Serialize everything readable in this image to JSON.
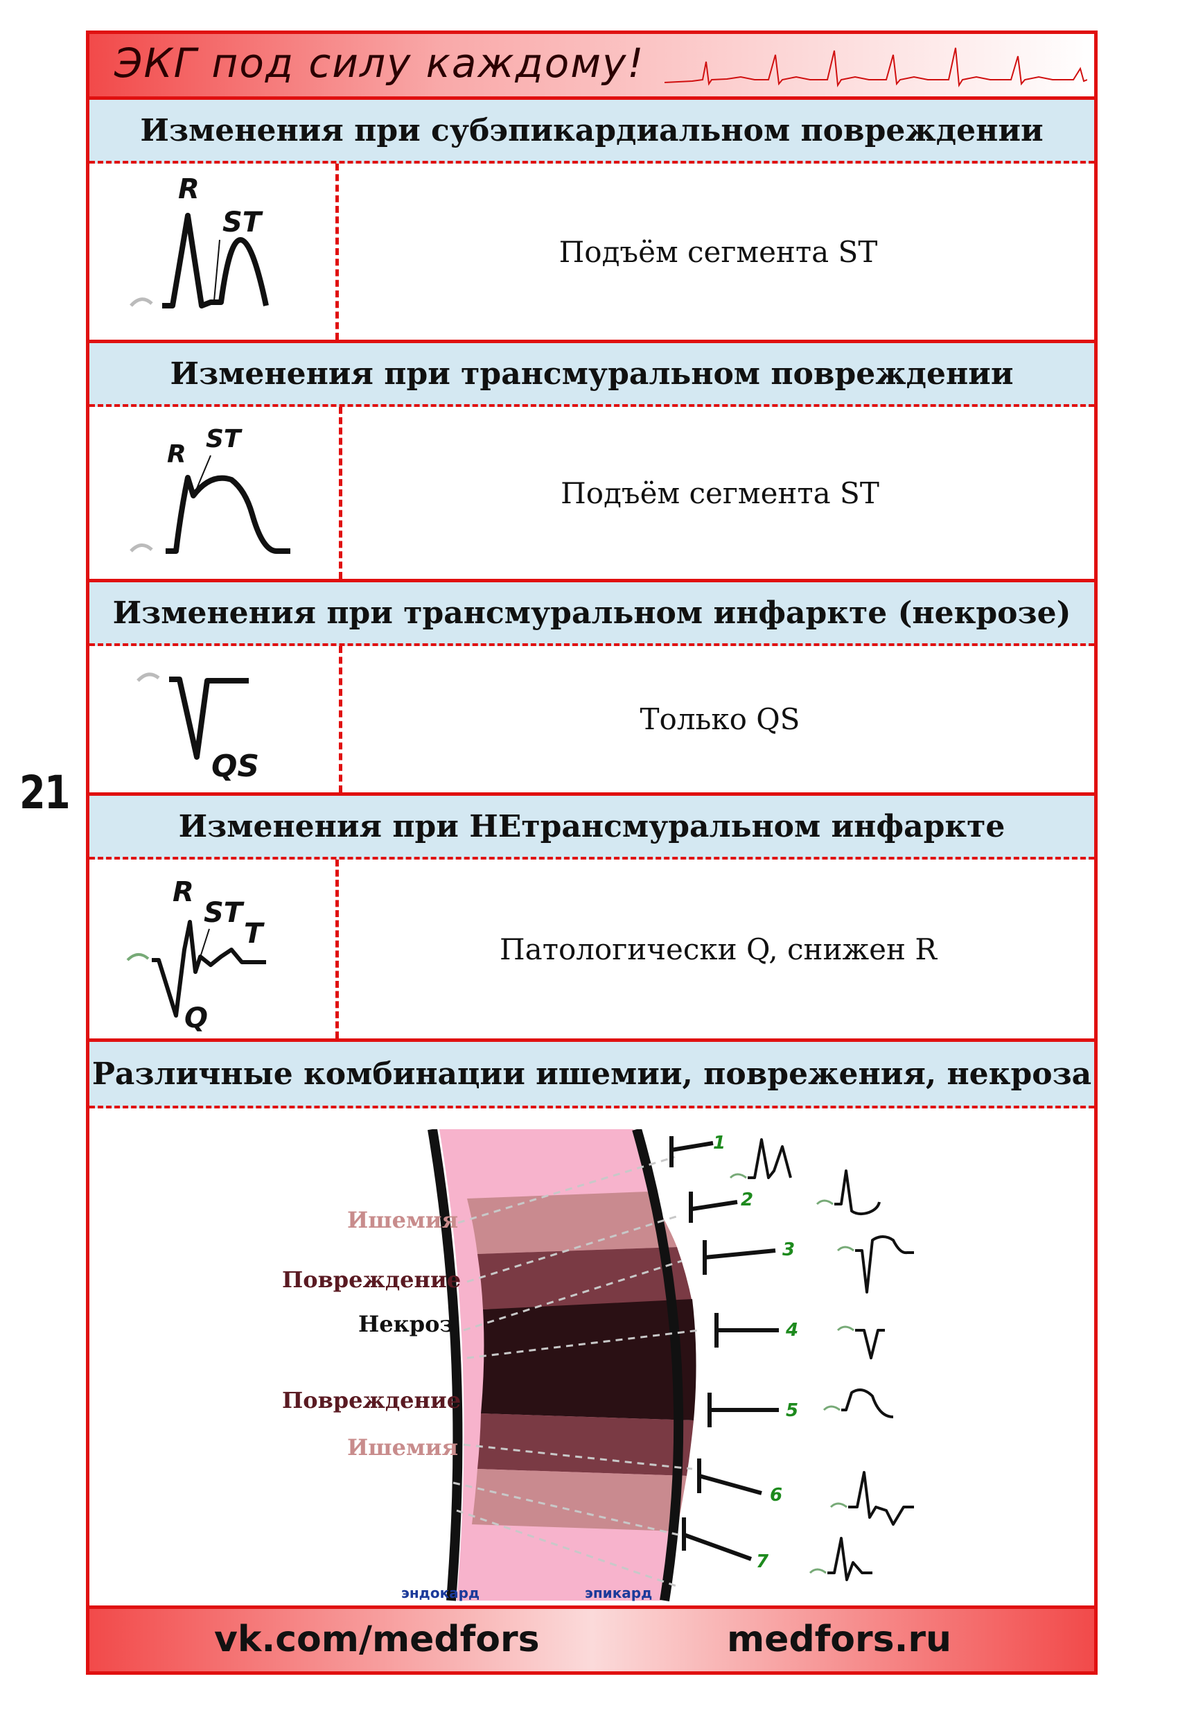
{
  "page_number": "21",
  "header": {
    "title": "ЭКГ под силу каждому!"
  },
  "sections": [
    {
      "title": "Изменения при субэпикардиальном повреждении",
      "description": "Подъём сегмента ST",
      "ecg_labels": [
        "R",
        "ST"
      ]
    },
    {
      "title": "Изменения при трансмуральном повреждении",
      "description": "Подъём сегмента ST",
      "ecg_labels": [
        "R",
        "ST"
      ]
    },
    {
      "title": "Изменения при трансмуральном инфаркте (некрозе)",
      "description": "Только QS",
      "ecg_labels": [
        "QS"
      ]
    },
    {
      "title": "Изменения при НЕтрансмуральном инфаркте",
      "description": "Патологически Q, снижен R",
      "ecg_labels": [
        "R",
        "ST",
        "T",
        "Q"
      ]
    }
  ],
  "combinations": {
    "title": "Различные комбинации ишемии, поврежения, некроза",
    "zone_labels": [
      "Ишемия",
      "Повреждение",
      "Некроз",
      "Повреждение",
      "Ишемия"
    ],
    "layer_labels": [
      "эндокард",
      "эпикард"
    ],
    "lead_numbers": [
      "1",
      "2",
      "3",
      "4",
      "5",
      "6",
      "7"
    ]
  },
  "footer": {
    "left": "vk.com/medfors",
    "right": "medfors.ru"
  },
  "colors": {
    "border": "#e01010",
    "band": "#d4e8f2",
    "ischemia": "#c98a8f",
    "injury": "#5a1a22",
    "necrosis": "#1a0a0a",
    "endocardium": "#f7b3cc"
  }
}
